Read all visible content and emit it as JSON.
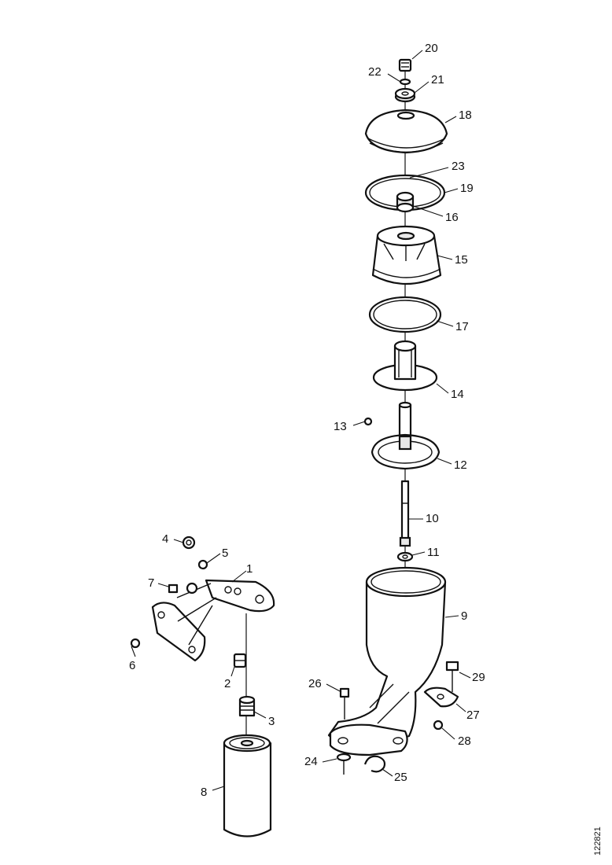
{
  "diagram": {
    "reference_number": "122821",
    "callouts": {
      "c1": "1",
      "c2": "2",
      "c3": "3",
      "c4": "4",
      "c5": "5",
      "c6": "6",
      "c7": "7",
      "c8": "8",
      "c9": "9",
      "c10": "10",
      "c11": "11",
      "c12": "12",
      "c13": "13",
      "c14": "14",
      "c15": "15",
      "c16": "16",
      "c17": "17",
      "c18": "18",
      "c19": "19",
      "c20": "20",
      "c21": "21",
      "c22": "22",
      "c23": "23",
      "c24": "24",
      "c25": "25",
      "c26": "26",
      "c27": "27",
      "c28": "28",
      "c29": "29"
    }
  }
}
